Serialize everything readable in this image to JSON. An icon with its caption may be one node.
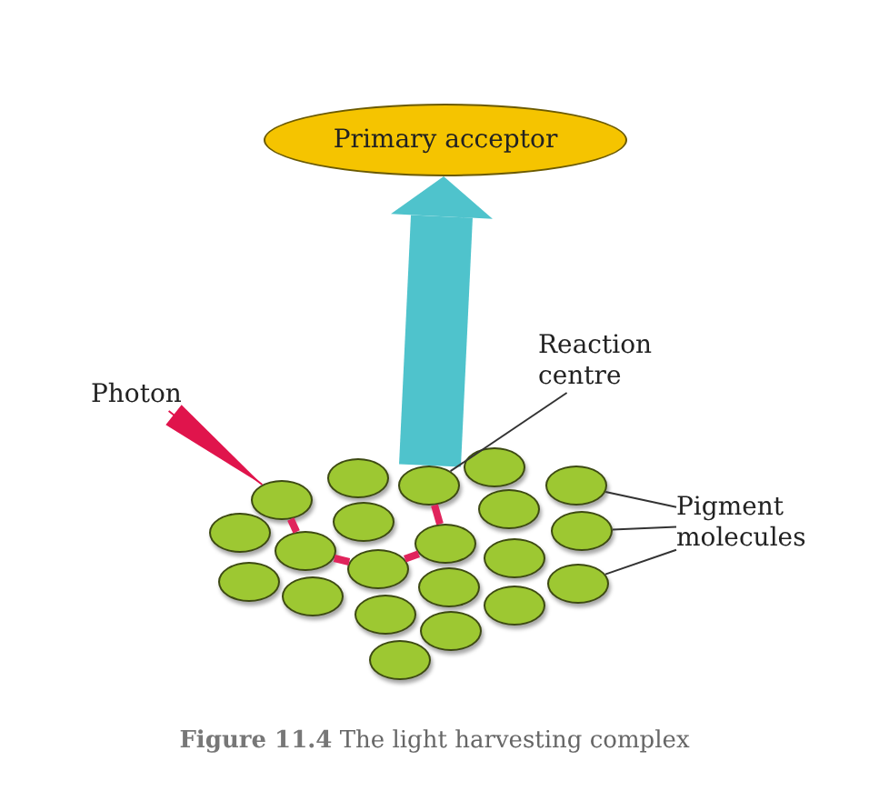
{
  "diagram": {
    "caption": "**Figure 11.4** The light harvesting complex",
    "nodes": [
      {
        "text": [
          "Primary acceptor"
        ]
      },
      {
        "text": [
          "Photon"
        ]
      },
      {
        "text": [
          "Reaction centre"
        ]
      },
      {
        "text": [
          "Pigment molecules"
        ]
      },
      {
        "text": [],
        "shape": "ellipse"
      },
      {
        "text": [],
        "shape": "ellipse"
      },
      {
        "text": [],
        "shape": "ellipse"
      },
      {
        "text": [],
        "shape": "ellipse"
      },
      {
        "text": [],
        "shape": "ellipse"
      },
      {
        "text": [],
        "shape": "ellipse"
      },
      {
        "text": [],
        "shape": "ellipse"
      },
      {
        "text": [],
        "shape": "ellipse"
      },
      {
        "text": [],
        "shape": "ellipse"
      },
      {
        "text": [],
        "shape": "ellipse"
      },
      {
        "text": [],
        "shape": "ellipse"
      },
      {
        "text": [],
        "shape": "ellipse"
      },
      {
        "text": [],
        "shape": "ellipse"
      },
      {
        "text": [],
        "shape": "ellipse"
      },
      {
        "text": [],
        "shape": "ellipse"
      },
      {
        "text": [],
        "shape": "ellipse"
      },
      {
        "text": [],
        "shape": "ellipse"
      },
      {
        "text": [],
        "shape": "ellipse"
      },
      {
        "text": [],
        "shape": "ellipse"
      },
      {
        "text": [],
        "shape": "ellipse"
      },
      {
        "text": [],
        "shape": "ellipse"
      }
    ],
    "edges": [
      {
        "from": 7,
        "to": 0,
        "arrow": "to",
        "style": "thick",
        "color": "#4fc3cc"
      },
      {
        "from": 1,
        "to": 8,
        "arrow": "to",
        "color": "#e0144c"
      },
      {
        "from": 8,
        "to": 14,
        "arrow": "none",
        "style": "thick",
        "color": "#e0245c"
      },
      {
        "from": 14,
        "to": 16,
        "arrow": "none",
        "style": "thick",
        "color": "#e0245c"
      },
      {
        "from": 16,
        "to": 13,
        "arrow": "none",
        "style": "thick",
        "color": "#e0245c"
      },
      {
        "from": 13,
        "to": 7,
        "arrow": "none",
        "style": "thick",
        "color": "#e0245c"
      },
      {
        "from": 2,
        "to": 7,
        "arrow": "none",
        "color": "#333333"
      },
      {
        "from": 3,
        "to": 6,
        "arrow": "none",
        "color": "#333333"
      },
      {
        "from": 3,
        "to": 11,
        "arrow": "none",
        "color": "#333333"
      },
      {
        "from": 3,
        "to": 18,
        "arrow": "none",
        "color": "#333333"
      }
    ]
  }
}
